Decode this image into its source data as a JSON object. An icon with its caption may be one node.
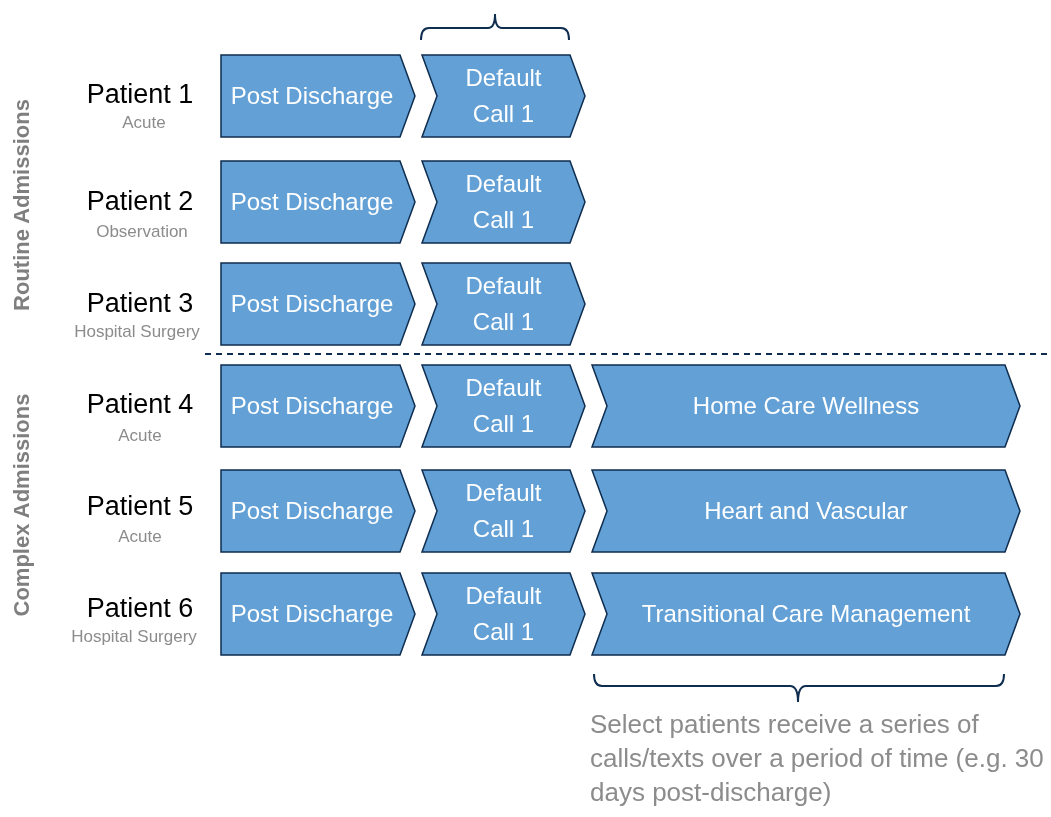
{
  "diagram": {
    "nodes": [
      {
        "text": [
          "Post Discharge"
        ]
      },
      {
        "text": [
          "Default Call 1"
        ]
      },
      {
        "text": [
          "Post Discharge"
        ]
      },
      {
        "text": [
          "Default Call 1"
        ]
      },
      {
        "text": [
          "Post Discharge"
        ]
      },
      {
        "text": [
          "Default Call 1"
        ]
      },
      {
        "text": [
          "Post Discharge"
        ]
      },
      {
        "text": [
          "Default Call 1"
        ]
      },
      {
        "text": [
          "Home Care Wellness"
        ]
      },
      {
        "text": [
          "Post Discharge"
        ]
      },
      {
        "text": [
          "Default Call 1"
        ]
      },
      {
        "text": [
          "Heart and Vascular"
        ]
      },
      {
        "text": [
          "Post Discharge"
        ]
      },
      {
        "text": [
          "Default Call 1"
        ]
      },
      {
        "text": [
          "Transitional Care Management"
        ]
      }
    ],
    "labels": [
      "Routine Admissions",
      "Patient 1",
      "Acute",
      "Patient 2",
      "Observation",
      "Patient 3",
      "Hospital Surgery",
      "Complex Admissions",
      "Patient 4",
      "Acute",
      "Patient 5",
      "Acute",
      "Patient 6",
      "Hospital Surgery",
      "Select patients receive a series of calls/texts over a period of time (e.g. 30 days post-discharge)"
    ]
  }
}
